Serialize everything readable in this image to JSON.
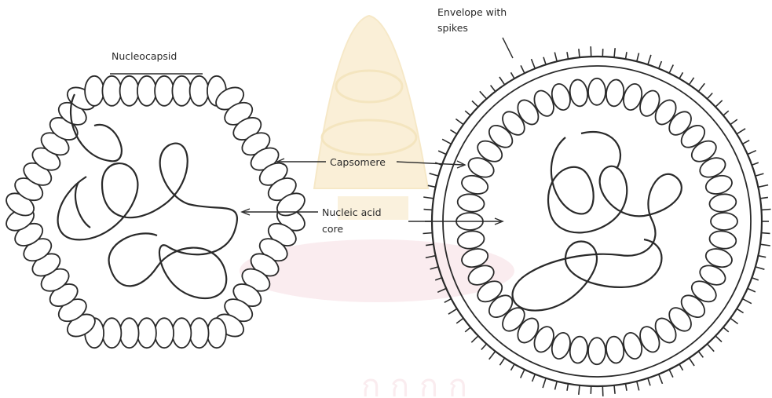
{
  "labels": {
    "nucleocapsid": "Nucleocapsid",
    "envelope_line1": "Envelope with",
    "envelope_line2": "spikes",
    "capsomere": "Capsomere",
    "nucleic_line1": "Nucleic acid",
    "nucleic_line2": "core"
  },
  "colors": {
    "ink": "#2a2a2a",
    "watermark": "#f3dba6",
    "watermark_pink": "#f3d6dc"
  }
}
